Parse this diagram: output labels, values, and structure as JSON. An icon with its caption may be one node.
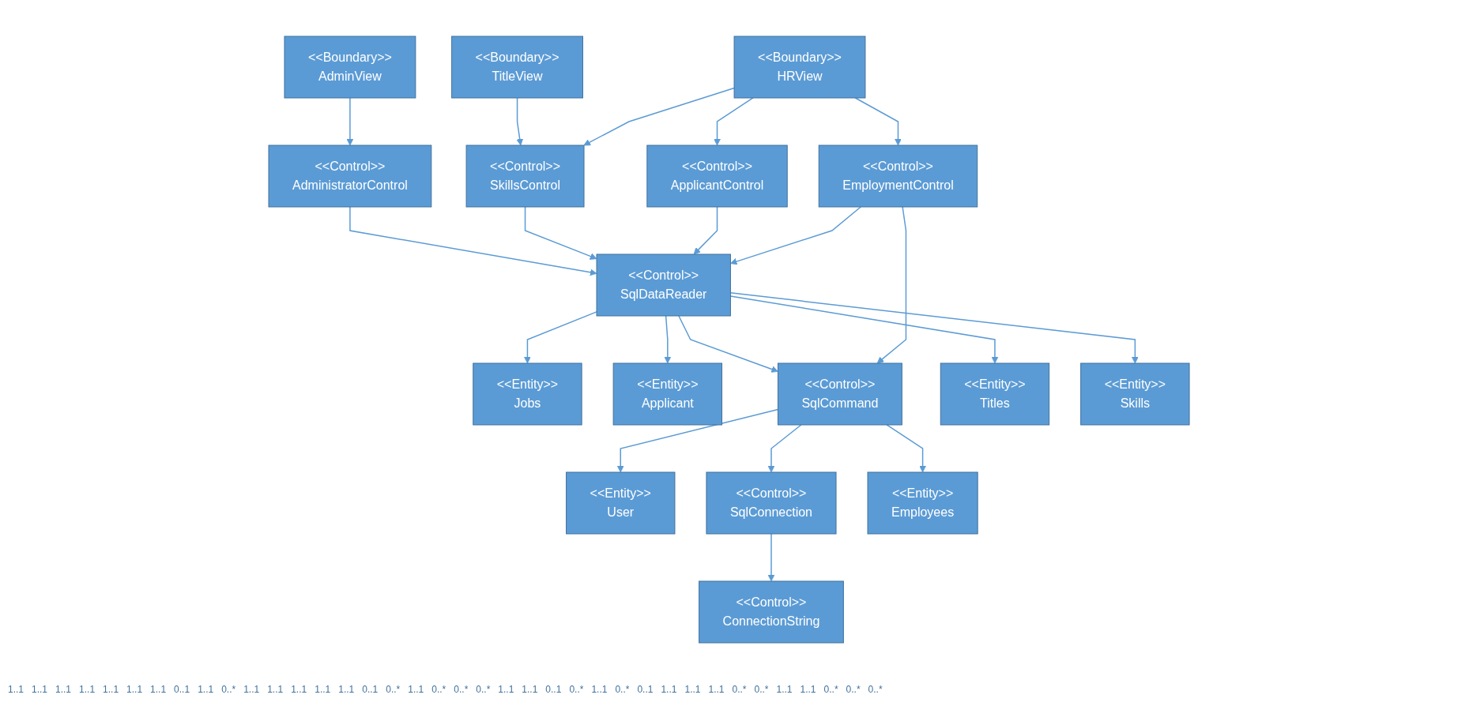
{
  "diagram": {
    "nodes": [
      {
        "text": [
          "<<Boundary>>",
          "TitleView"
        ]
      },
      {
        "text": [
          "<<Boundary>>",
          "AdminView"
        ]
      },
      {
        "text": [
          "<<Control>>",
          "AdministratorControl"
        ]
      },
      {
        "text": [
          "<<Boundary>>",
          "HRView"
        ]
      },
      {
        "text": [
          "<<Control>>",
          "SkillsControl"
        ]
      },
      {
        "text": [
          "<<Entity>>",
          "Jobs"
        ]
      },
      {
        "text": [
          "<<Control>>",
          "SqlDataReader"
        ]
      },
      {
        "text": [
          "<<Entity>>",
          "User"
        ]
      },
      {
        "text": [
          "<<Control>>",
          "ApplicantControl"
        ]
      },
      {
        "text": [
          "<<Control>>",
          "EmploymentControl"
        ]
      },
      {
        "text": [
          "<<Entity>>",
          "Applicant"
        ]
      },
      {
        "text": [
          "<<Control>>",
          "SqlCommand"
        ]
      },
      {
        "text": [
          "<<Control>>",
          "ConnectionString"
        ]
      },
      {
        "text": [
          "<<Entity>>",
          "Titles"
        ]
      },
      {
        "text": [
          "<<Control>>",
          "SqlConnection"
        ]
      },
      {
        "text": [
          "<<Entity>>",
          "Employees"
        ]
      },
      {
        "text": [
          "<<Entity>>",
          "Skills"
        ]
      }
    ],
    "edges": [
      {
        "from": 0,
        "to": 4,
        "arrow": "to"
      },
      {
        "from": 1,
        "to": 2,
        "arrow": "to"
      },
      {
        "from": 2,
        "to": 6,
        "arrow": "to"
      },
      {
        "from": 3,
        "to": 4,
        "arrow": "to"
      },
      {
        "from": 4,
        "to": 6,
        "arrow": "to"
      },
      {
        "from": 3,
        "to": 8,
        "arrow": "to"
      },
      {
        "from": 3,
        "to": 9,
        "arrow": "to"
      },
      {
        "from": 8,
        "to": 6,
        "arrow": "to"
      },
      {
        "from": 9,
        "to": 6,
        "arrow": "to"
      },
      {
        "from": 6,
        "to": 5,
        "arrow": "to"
      },
      {
        "from": 6,
        "to": 11,
        "arrow": "to"
      },
      {
        "from": 6,
        "to": 10,
        "arrow": "to"
      },
      {
        "from": 6,
        "to": 13,
        "arrow": "to"
      },
      {
        "from": 6,
        "to": 16,
        "arrow": "to"
      },
      {
        "from": 9,
        "to": 11,
        "arrow": "to"
      },
      {
        "from": 11,
        "to": 7,
        "arrow": "to"
      },
      {
        "from": 11,
        "to": 15,
        "arrow": "to"
      },
      {
        "from": 11,
        "to": 14,
        "arrow": "to"
      },
      {
        "from": 14,
        "to": 12,
        "arrow": "to"
      }
    ],
    "labels": [
      "1..1",
      "1..1",
      "1..1",
      "1..1",
      "1..1",
      "1..1",
      "1..1",
      "0..1",
      "1..1",
      "0..*",
      "1..1",
      "1..1",
      "1..1",
      "1..1",
      "1..1",
      "0..1",
      "0..*",
      "1..1",
      "0..*",
      "0..*",
      "0..*",
      "1..1",
      "1..1",
      "0..1",
      "0..*",
      "1..1",
      "0..*",
      "0..1",
      "1..1",
      "1..1",
      "1..1",
      "0..*",
      "0..*",
      "1..1",
      "1..1",
      "0..*",
      "0..*",
      "0..*"
    ]
  }
}
